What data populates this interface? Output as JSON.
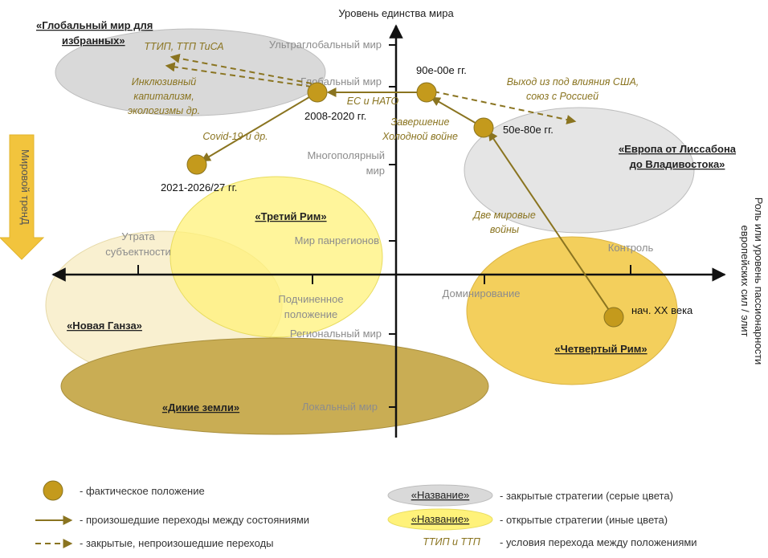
{
  "axes": {
    "y_title": "Уровень единства мира",
    "x_title_line1": "Роль или уровень пассионарности",
    "x_title_line2": "европейских сил / элит",
    "y_ticks": [
      "Ультраглобальный мир",
      "Глобальный мир",
      "Многополярный",
      "мир",
      "Мир панрегионов",
      "Подчиненное",
      "положение",
      "Региональный мир",
      "Локальный  мир"
    ],
    "x_ticks": [
      "Утрата",
      "субъектности",
      "Доминирование",
      "Контроль"
    ]
  },
  "trend": "Мировой тренД",
  "regions": {
    "global_elite_1": "«Глобальный мир для",
    "global_elite_2": "избранных»",
    "europe_1": "«Европа от Лиссабона",
    "europe_2": "до Владивостока»",
    "third_rome": "«Третий Рим»",
    "hansa": "«Новая Ганза»",
    "fourth_rome": "«Четвертый Рим»",
    "wild": "«Дикие земли»"
  },
  "states": {
    "s1": "нач. XX века",
    "s2": "50е-80е гг.",
    "s3": "90е-00е гг.",
    "s4": "2008-2020 гг.",
    "s5": "2021-2026/27 гг."
  },
  "transitions": {
    "two_wars_1": "Две мировые",
    "two_wars_2": "войны",
    "cold_war_1": "Завершение",
    "cold_war_2": "Холодной войне",
    "eu_nato": "ЕС и НАТО",
    "covid": "Covid-19 и др.",
    "inclusive_1": "Инклюзивный",
    "inclusive_2": "капитализм,",
    "inclusive_3": "экологизмы др.",
    "ttip": "ТТИП, ТТП ТиСА",
    "exit_us_1": "Выход из под влияния США,",
    "exit_us_2": "союз с Россией"
  },
  "legend": {
    "dot": "- фактическое положение",
    "solid": "- произошедшие переходы между состояниями",
    "dashed": "- закрытые, непроизошедшие переходы",
    "gray_box": "«Название»",
    "gray_text": "- закрытые стратегии (серые цвета)",
    "yellow_box": "«Название»",
    "yellow_text": "- открытые стратегии (иные цвета)",
    "cond_sample": "ТТИП и ТТП",
    "cond_text": "- условия перехода между положениями"
  },
  "colors": {
    "dot": "#c49a1c",
    "arrow": "#8a7420",
    "gray_region": "#d9d9d9",
    "yellow_region": "#fff27a",
    "gold_region": "#f3cf5c",
    "wild_region": "#c9ad54",
    "hansa_region": "#f7ecc4",
    "italic_text": "#8a7420"
  }
}
